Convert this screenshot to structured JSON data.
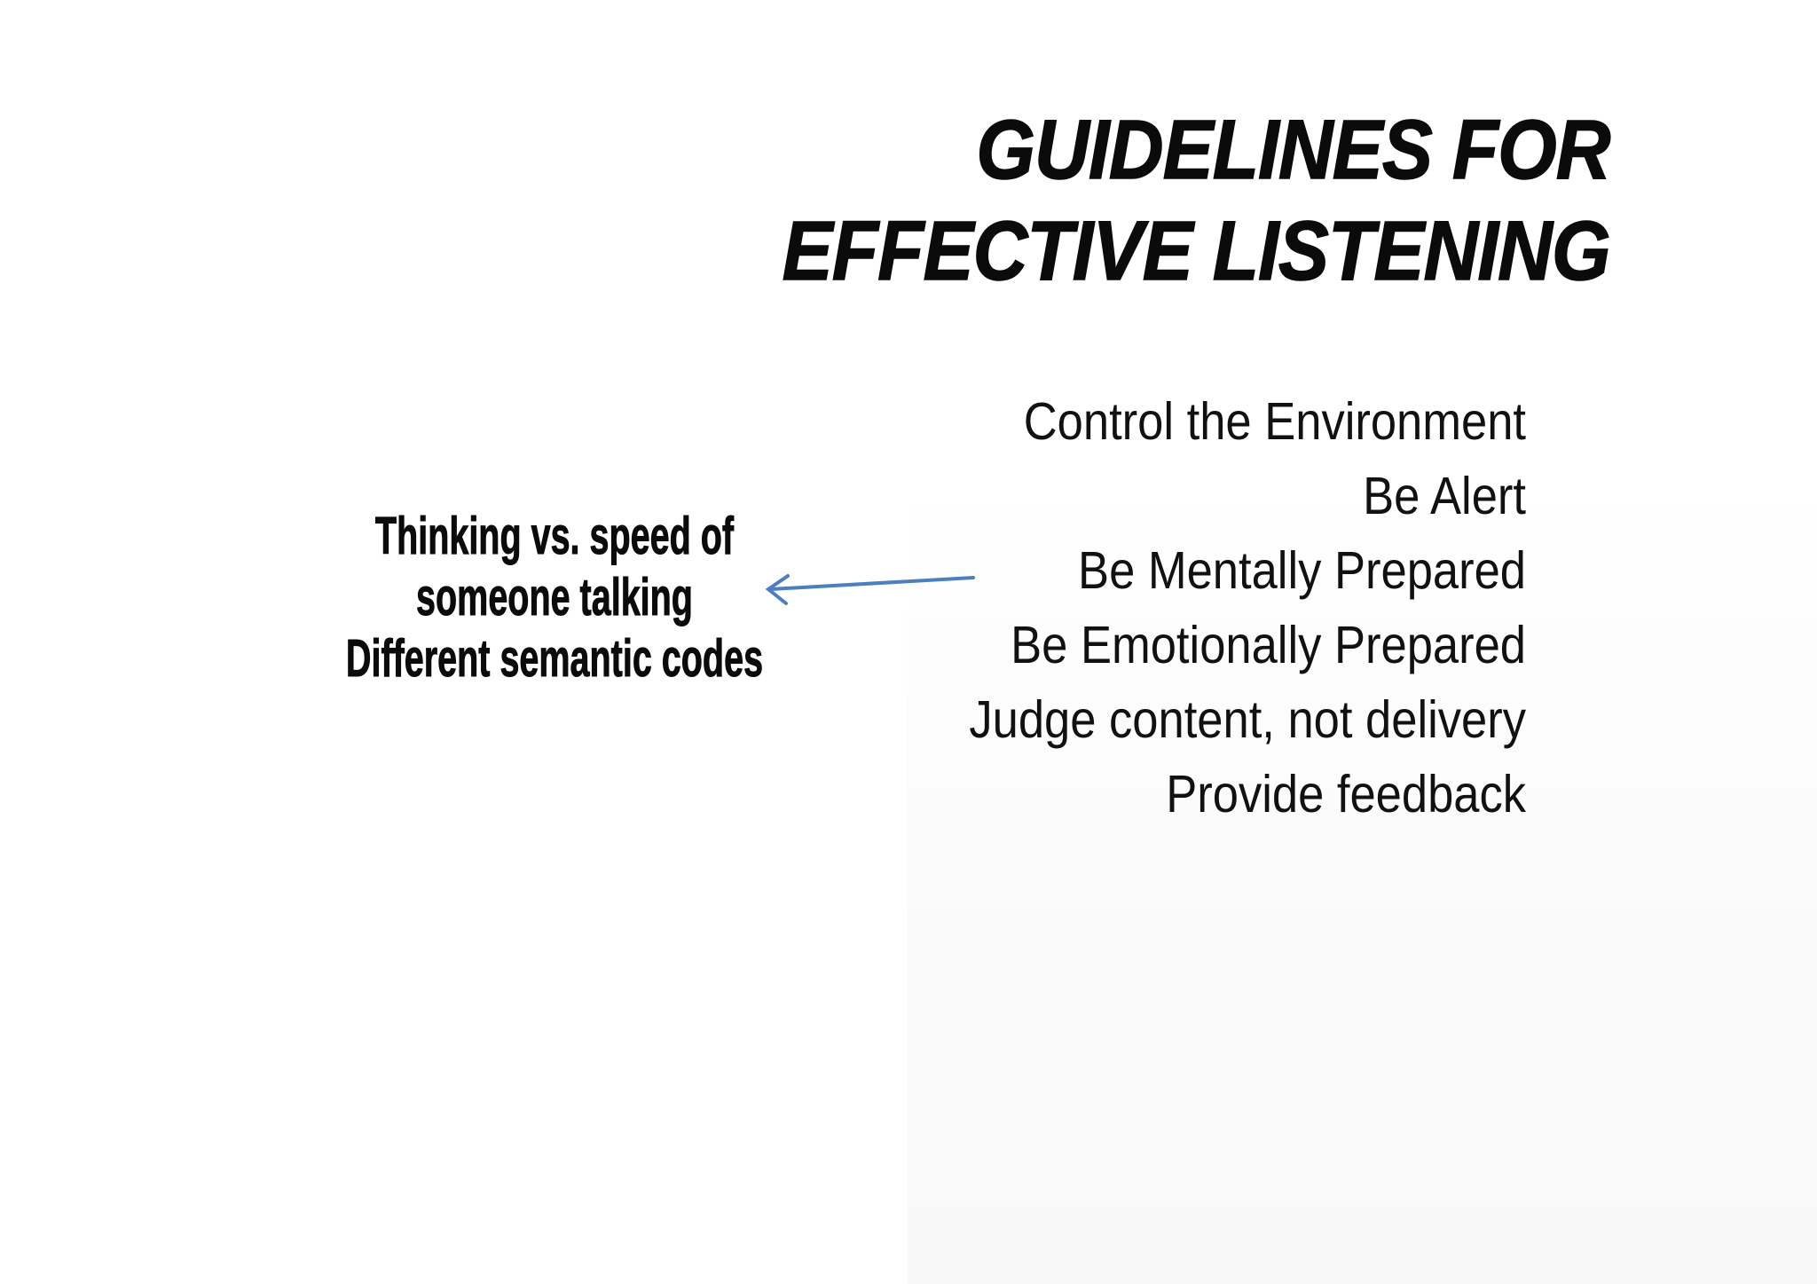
{
  "slide": {
    "title": {
      "line1": "GUIDELINES FOR",
      "line2": "EFFECTIVE LISTENING"
    },
    "guidelines": [
      "Control the Environment",
      "Be Alert",
      "Be Mentally Prepared",
      "Be Emotionally Prepared",
      "Judge content, not delivery",
      "Provide feedback"
    ],
    "annotation": {
      "line1": "Thinking vs. speed of",
      "line2": "someone talking",
      "line3": "Different semantic codes"
    },
    "colors": {
      "text": "#0b0b0b",
      "arrow": "#4d7ebf",
      "background": "#ffffff"
    }
  }
}
